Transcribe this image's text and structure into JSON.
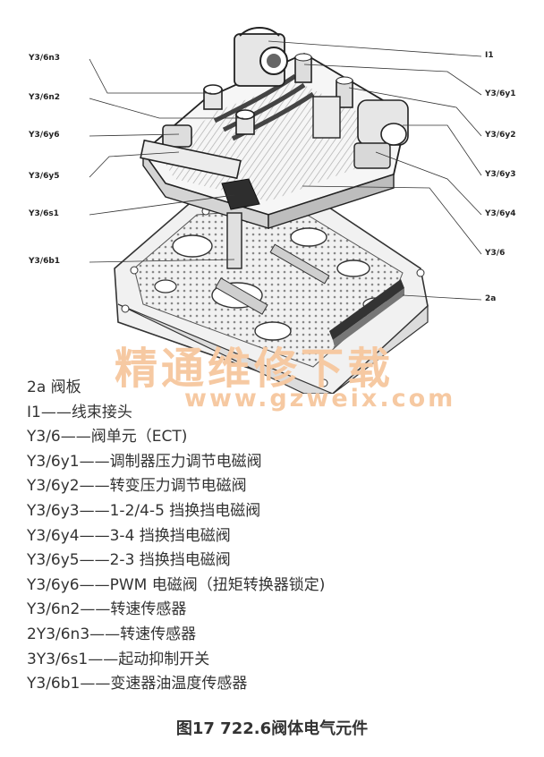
{
  "callouts": {
    "y3_6n3": "Y3/6n3",
    "y3_6n2": "Y3/6n2",
    "y3_6y6": "Y3/6y6",
    "y3_6y5": "Y3/6y5",
    "y3_6s1": "Y3/6s1",
    "y3_6b1": "Y3/6b1",
    "i1": "I1",
    "y3_6y1": "Y3/6y1",
    "y3_6y2": "Y3/6y2",
    "y3_6y3": "Y3/6y3",
    "y3_6y4": "Y3/6y4",
    "y3_6": "Y3/6",
    "a2": "2a"
  },
  "watermark": {
    "cn": "精通维修下载",
    "url": "www.gzweix.com"
  },
  "legend": [
    "2a 阀板",
    "I1——线束接头",
    "Y3/6——阀单元（ECT)",
    "Y3/6y1——调制器压力调节电磁阀",
    "Y3/6y2——转变压力调节电磁阀",
    "Y3/6y3——1-2/4-5 挡换挡电磁阀",
    "Y3/6y4——3-4 挡换挡电磁阀",
    "Y3/6y5——2-3 挡换挡电磁阀",
    "Y3/6y6——PWM 电磁阀（扭矩转换器锁定)",
    "Y3/6n2——转速传感器",
    "2Y3/6n3——转速传感器",
    "3Y3/6s1——起动抑制开关",
    "Y3/6b1——变速器油温度传感器"
  ],
  "caption": "图17  722.6阀体电气元件"
}
